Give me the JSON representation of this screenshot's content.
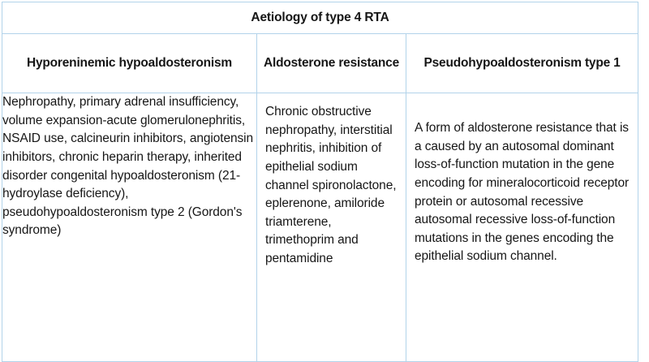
{
  "table": {
    "title": "Aetiology of type 4 RTA",
    "columns": [
      {
        "header": "Hyporeninemic hypoaldosteronism",
        "body": "Nephropathy, primary adrenal insufficiency, volume expansion-acute glomerulonephritis, NSAID use, calcineurin inhibitors, angiotensin inhibitors, chronic heparin therapy, inherited disorder congenital hypoaldosteronism (21-hydroylase deficiency), pseudohypoaldosteronism type 2 (Gordon's syndrome)"
      },
      {
        "header": "Aldosterone resistance",
        "body": "Chronic obstructive nephropathy, interstitial nephritis, inhibition of epithelial sodium channel spironolactone, eplerenone, amiloride triamterene, trimethoprim and pentamidine"
      },
      {
        "header": "Pseudohypoaldosteronism type 1",
        "body": "A form of aldosterone resistance that is a caused by an autosomal dominant loss-of-function mutation in the gene encoding for mineralocorticoid receptor protein or autosomal recessive autosomal recessive loss-of-function mutations in the genes encoding the epithelial sodium channel."
      }
    ],
    "colors": {
      "border": "#b2d3ea",
      "text": "#161616",
      "background": "#ffffff"
    }
  }
}
